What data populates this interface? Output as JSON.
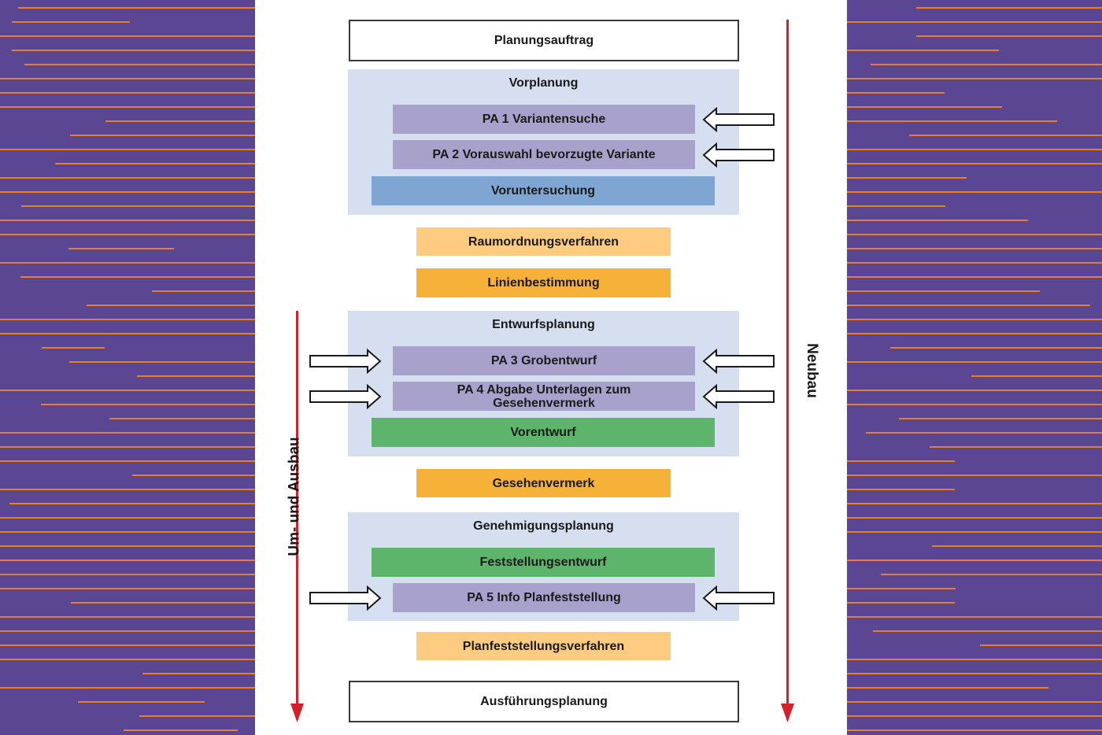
{
  "diagram": {
    "top_box": "Planungsauftrag",
    "bottom_box": "Ausführungsplanung",
    "phases": [
      {
        "title": "Vorplanung",
        "items": [
          {
            "label": "PA 1 Variantensuche",
            "type": "pa"
          },
          {
            "label": "PA 2 Vorauswahl bevorzugte Variante",
            "type": "pa"
          },
          {
            "label": "Voruntersuchung",
            "type": "result"
          }
        ]
      },
      {
        "title": "Entwurfsplanung",
        "items": [
          {
            "label": "PA 3 Grobentwurf",
            "type": "pa"
          },
          {
            "label": "PA 4 Abgabe Unterlagen zum Gesehenvermerk",
            "type": "pa"
          },
          {
            "label": "Vorentwurf",
            "type": "result"
          }
        ]
      },
      {
        "title": "Genehmigungsplanung",
        "items": [
          {
            "label": "Feststellungsentwurf",
            "type": "result"
          },
          {
            "label": "PA 5 Info Planfeststellung",
            "type": "pa"
          }
        ]
      }
    ],
    "procedures": {
      "raumordnung": "Raumordnungsverfahren",
      "linienbestimmung": "Linienbestimmung",
      "gesehenvermerk": "Gesehenvermerk",
      "planfeststellung": "Planfeststellungsverfahren"
    },
    "tracks": {
      "left": "Um- und Ausbau",
      "right": "Neubau"
    },
    "colors": {
      "background_side": "#5b4694",
      "side_lines": "#e8802a",
      "phase_bg": "#d6dff0",
      "pa": "#a8a1cb",
      "voruntersuchung": "#7fa6d3",
      "entwurf": "#5db56c",
      "procedure_light": "#fdcc81",
      "procedure_dark": "#f6b138",
      "track_arrow": "#d4202a"
    }
  }
}
